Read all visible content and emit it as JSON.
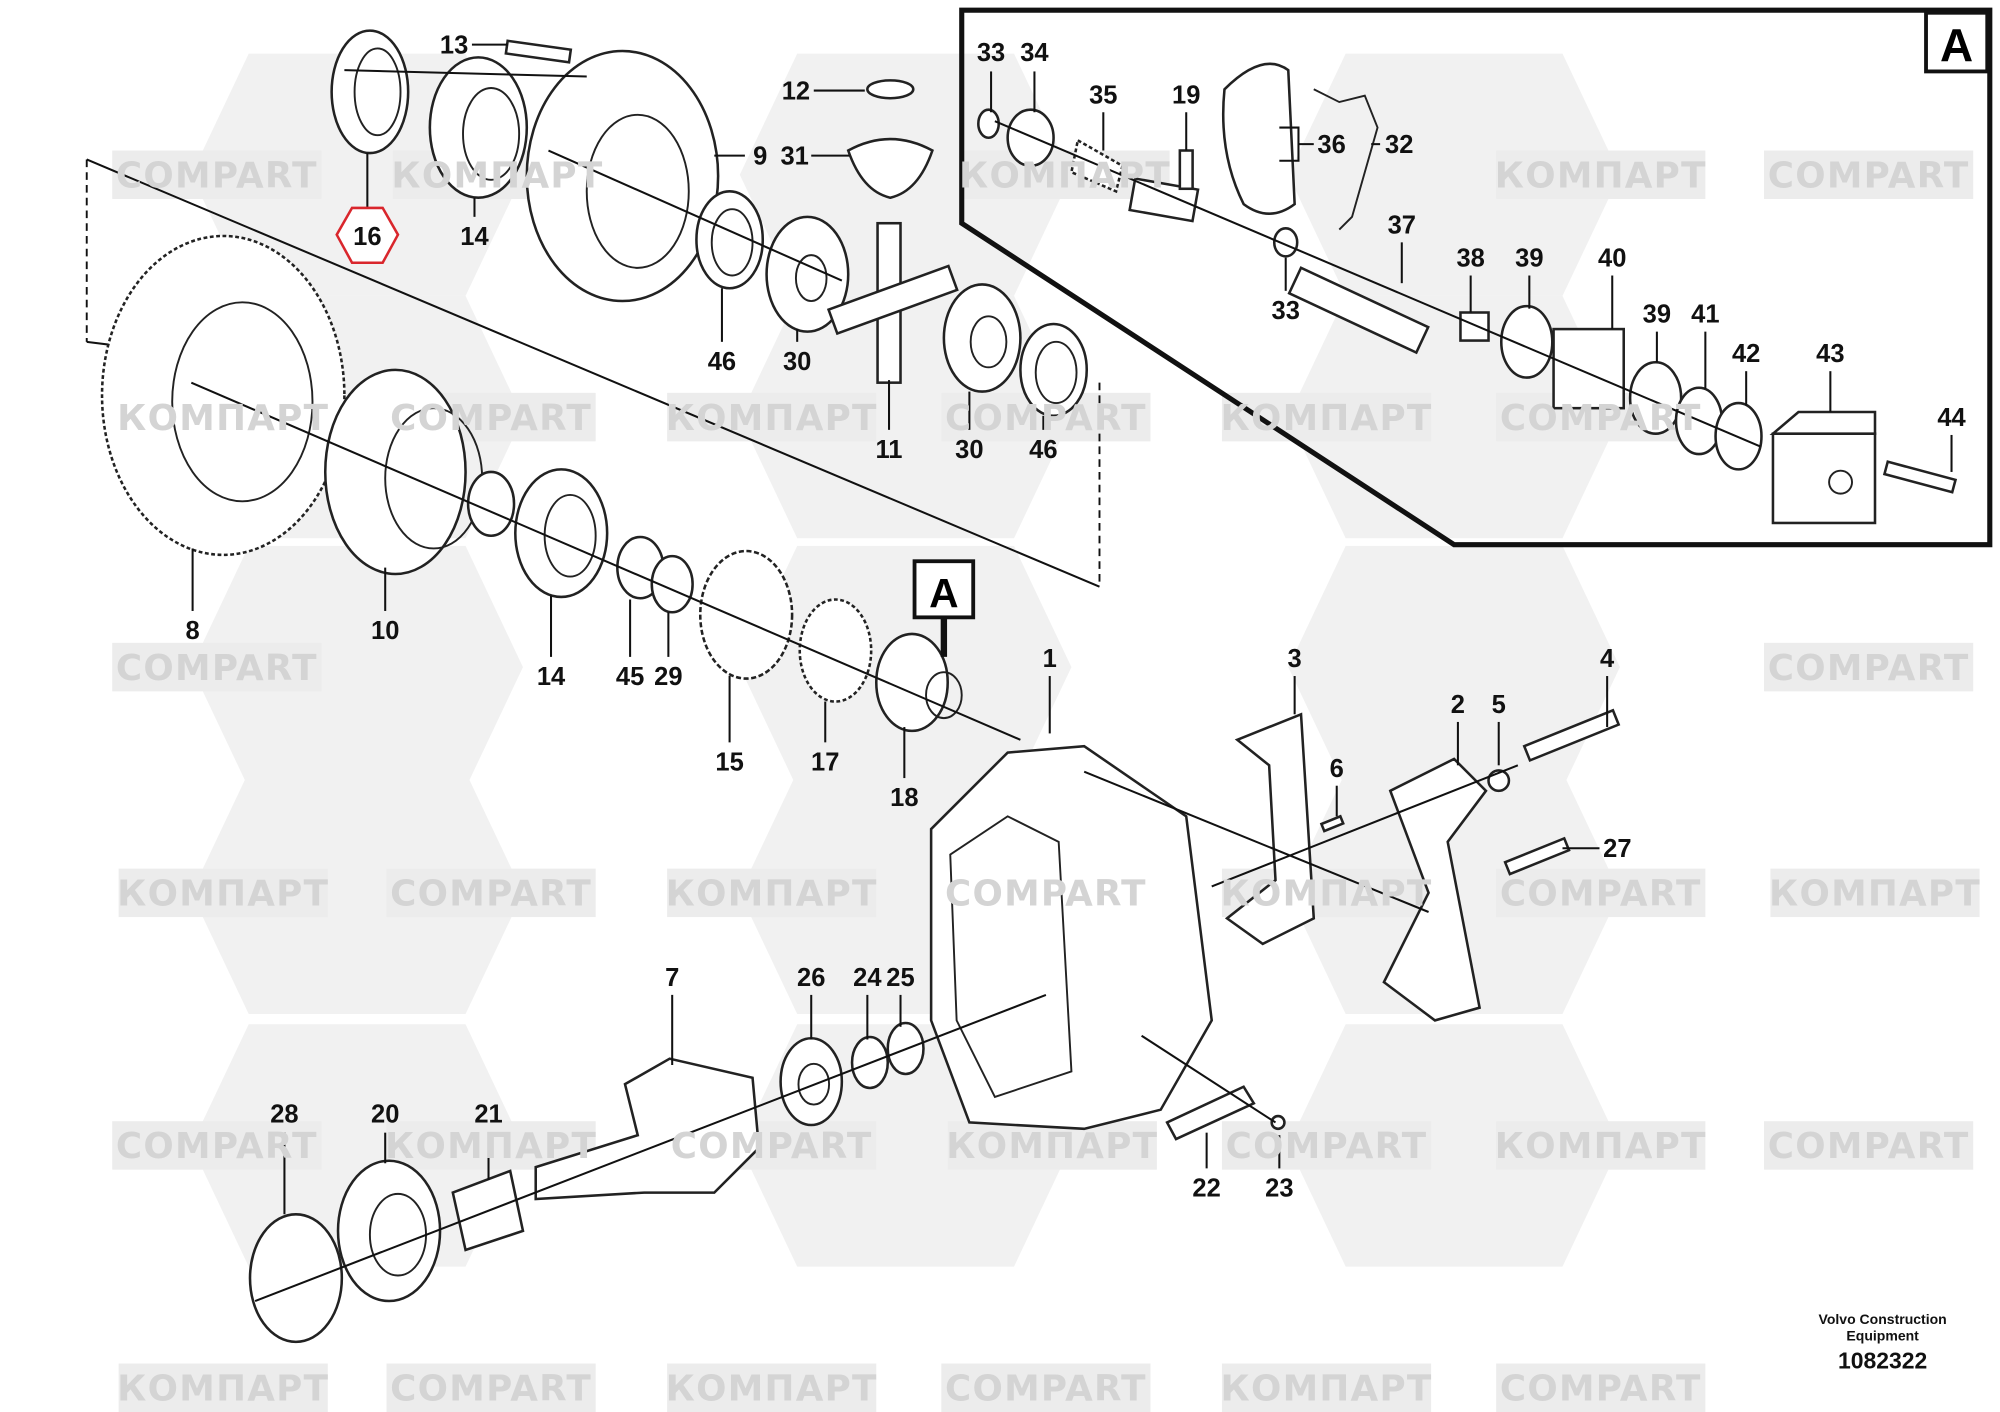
{
  "watermark": {
    "left": "КОМПАРТ",
    "right": "COMPART"
  },
  "inset_label": "A",
  "main_detail_marker": "A",
  "highlighted_callout": "16",
  "highlight_color": "#d9262c",
  "callouts": {
    "c13": "13",
    "c16": "16",
    "c14a": "14",
    "c12": "12",
    "c31": "31",
    "c9": "9",
    "c46a": "46",
    "c30a": "30",
    "c11": "11",
    "c30b": "30",
    "c46b": "46",
    "c8": "8",
    "c10": "10",
    "c14b": "14",
    "c45": "45",
    "c29": "29",
    "c15": "15",
    "c17": "17",
    "c18": "18",
    "c1": "1",
    "c3": "3",
    "c4": "4",
    "c2": "2",
    "c5": "5",
    "c6": "6",
    "c27": "27",
    "c7": "7",
    "c26": "26",
    "c24": "24",
    "c25": "25",
    "c28": "28",
    "c20": "20",
    "c21": "21",
    "c22": "22",
    "c23": "23"
  },
  "inset_callouts": {
    "i33a": "33",
    "i34": "34",
    "i35": "35",
    "i19": "19",
    "i36": "36",
    "i32": "32",
    "i37": "37",
    "i33b": "33",
    "i38": "38",
    "i39a": "39",
    "i40": "40",
    "i39b": "39",
    "i41": "41",
    "i42": "42",
    "i43": "43",
    "i44": "44"
  },
  "footer": {
    "brand_line1": "Volvo Construction",
    "brand_line2": "Equipment",
    "drawing_number": "1082322"
  }
}
